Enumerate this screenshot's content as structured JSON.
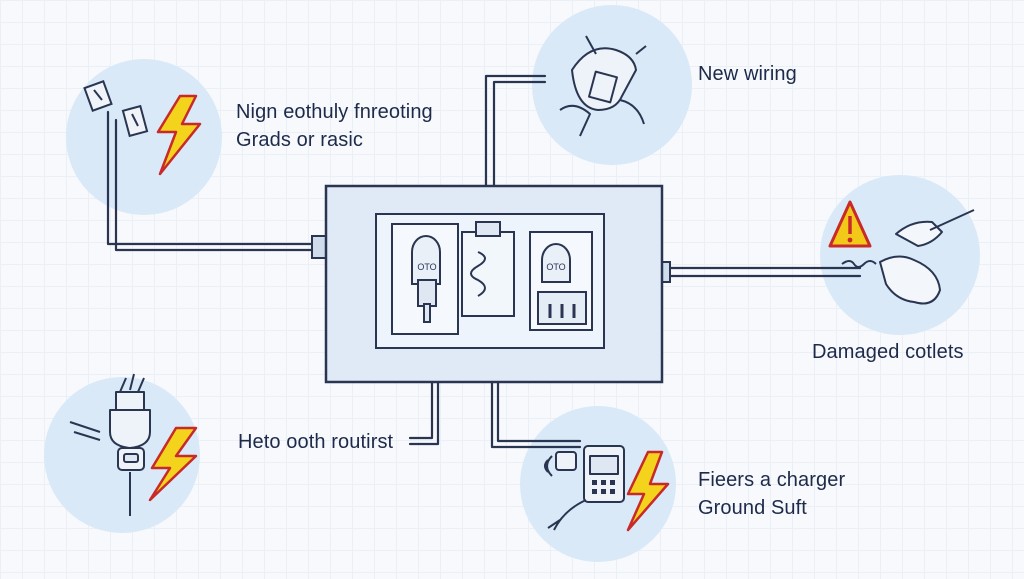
{
  "callouts": {
    "top_left": {
      "line1": "Nign eothuly fnreoting",
      "line2": "Grads or rasic"
    },
    "top_right": {
      "line1": "New wiring"
    },
    "right": {
      "line1": "Damaged cotlets"
    },
    "middle_left": {
      "line1": "Heto ooth routirst"
    },
    "bottom_right": {
      "line1": "Fieers a charger",
      "line2": "Ground Suft"
    }
  },
  "panel": {
    "outlet_left_text": "OTO",
    "outlet_right_text": "OTO"
  },
  "colors": {
    "circle": "#d9e9f7",
    "panel": "#dfeaf6",
    "stroke": "#2a3552",
    "lightning": "#f4d31c",
    "lightning_edge": "#c82a2a",
    "warning": "#f3c919"
  },
  "icons": [
    "unplugged-plug-icon",
    "lightning-icon",
    "wire-plug-icon",
    "warning-icon",
    "hand-cord-icon",
    "charger-device-icon"
  ]
}
